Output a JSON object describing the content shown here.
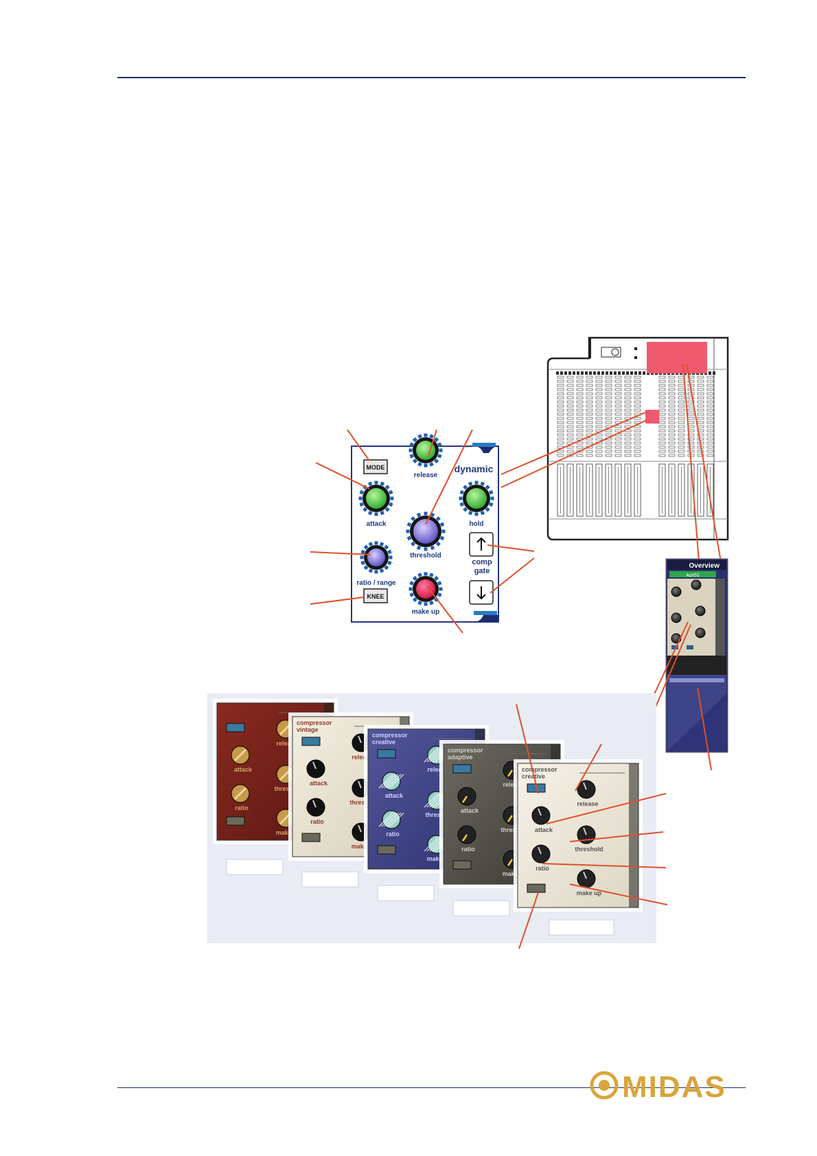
{
  "panel": {
    "title": "dynamic",
    "mode_button": "MODE",
    "knee_button": "KNEE",
    "knobs": {
      "attack": "attack",
      "release": "release",
      "threshold": "threshold",
      "hold": "hold",
      "ratio_range": "ratio / range",
      "make_up": "make up"
    },
    "comp_gate": [
      "comp",
      "gate"
    ]
  },
  "overview_screen": {
    "title": "Overview",
    "channel": "Aux51"
  },
  "gui_cards": [
    {
      "line1": "",
      "line2": ""
    },
    {
      "line1": "compressor",
      "line2": "vintage"
    },
    {
      "line1": "compressor",
      "line2": "creative"
    },
    {
      "line1": "compressor",
      "line2": "adaptive"
    },
    {
      "line1": "compressor",
      "line2": "creative"
    }
  ],
  "gui_knob_labels": {
    "attack": "attack",
    "release": "release",
    "threshold": "threshold",
    "ratio": "ratio",
    "make_up": "make up"
  },
  "brand": {
    "logo_text": "MIDAS"
  },
  "colors": {
    "rule": "#1d2a6e",
    "leader": "#e0502a",
    "panel_text": "#1f3a7a",
    "knob_green": "#3dc43d",
    "knob_purple": "#7f6fd8",
    "knob_red": "#f0204f",
    "highlight": "#f05a6e"
  }
}
